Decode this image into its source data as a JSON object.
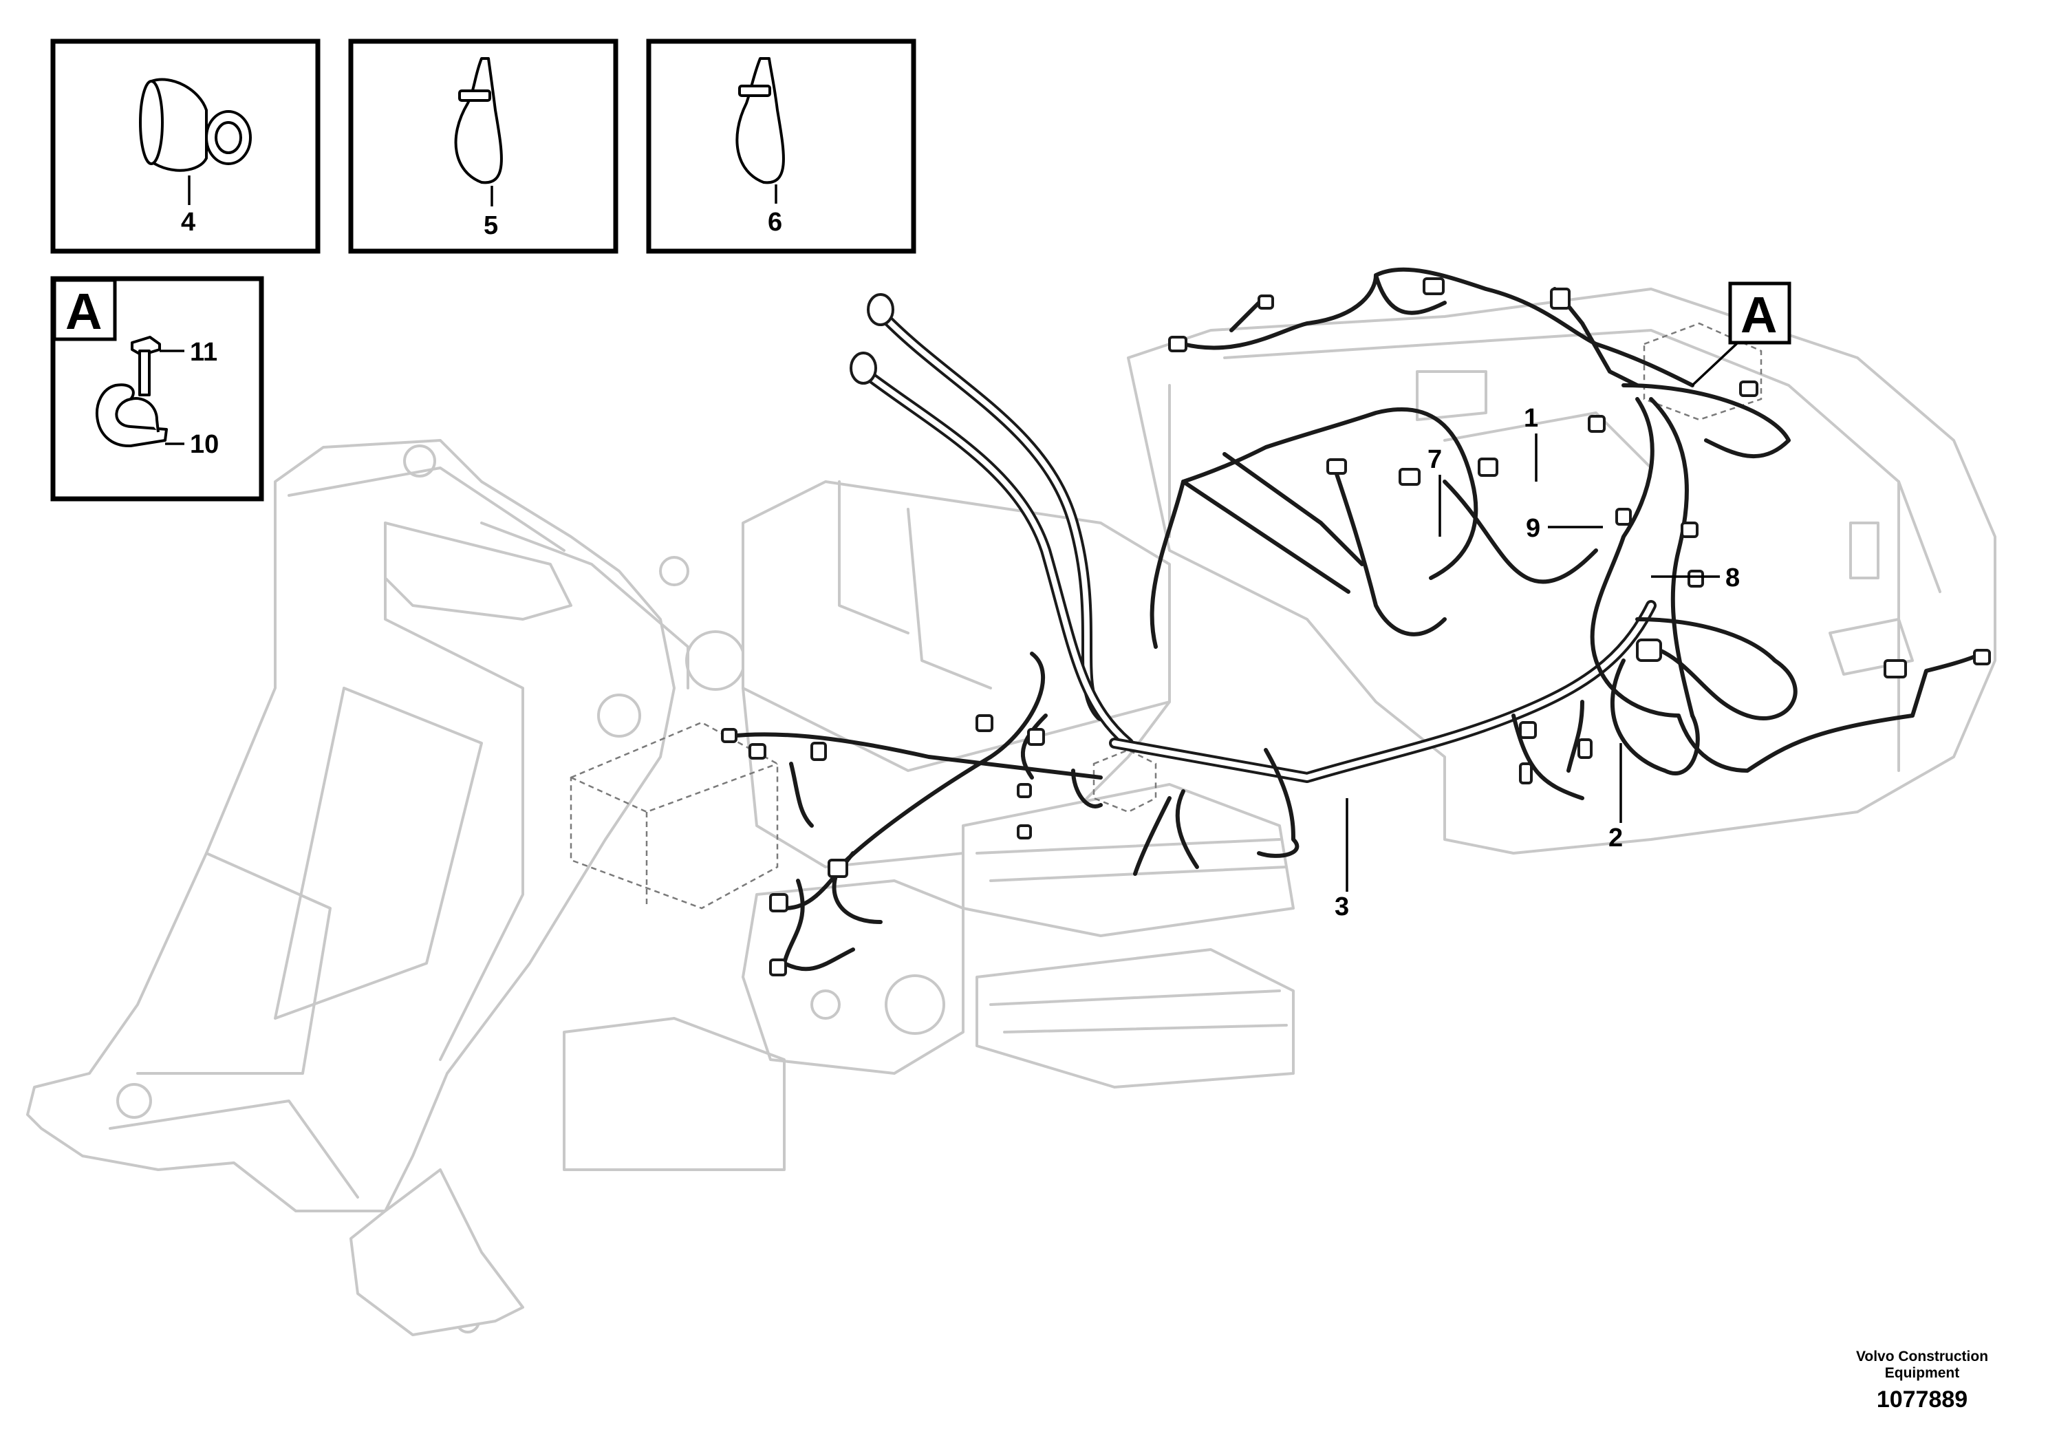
{
  "inset_boxes": [
    {
      "callout": "4",
      "part": "grommet"
    },
    {
      "callout": "5",
      "part": "cable-tie"
    },
    {
      "callout": "6",
      "part": "cable-tie"
    }
  ],
  "detail_box": {
    "tag": "A",
    "callouts": [
      "11",
      "10"
    ]
  },
  "view_tag": "A",
  "main_callouts": [
    "1",
    "7",
    "9",
    "8",
    "2",
    "3"
  ],
  "footer": {
    "brand_line1": "Volvo Construction",
    "brand_line2": "Equipment",
    "drawing_number": "1077889"
  }
}
